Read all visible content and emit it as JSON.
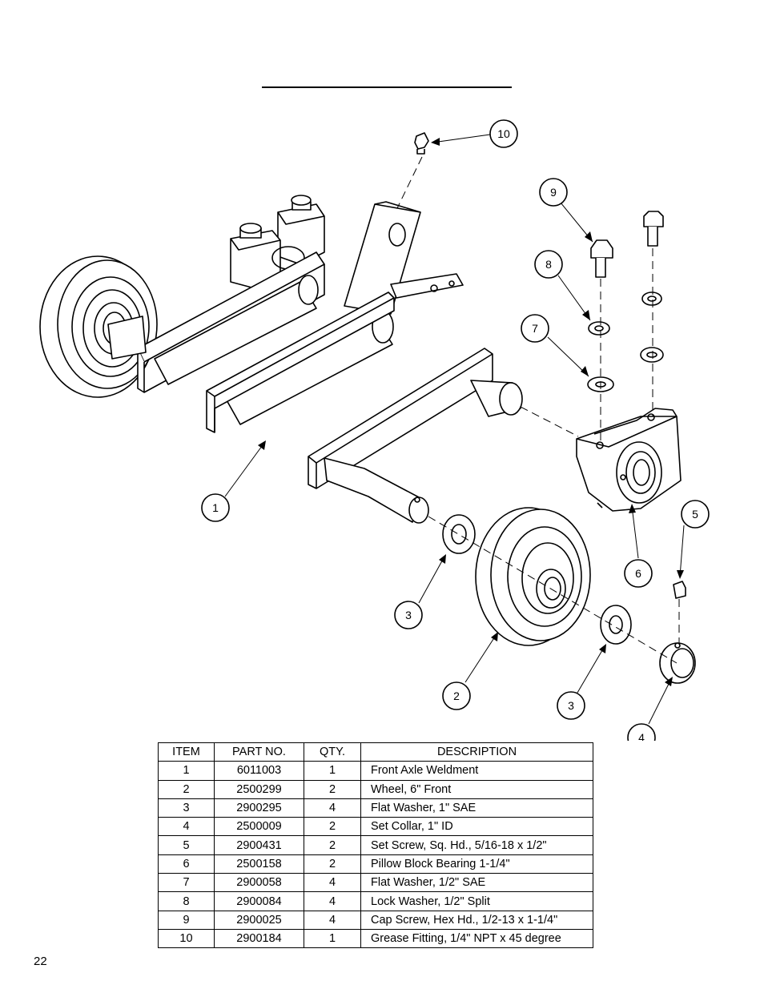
{
  "callouts": [
    "1",
    "2",
    "3",
    "3",
    "4",
    "5",
    "6",
    "7",
    "8",
    "9",
    "10"
  ],
  "table": {
    "headers": [
      "ITEM",
      "PART NO.",
      "QTY.",
      "DESCRIPTION"
    ],
    "rows": [
      {
        "item": "1",
        "part": "6011003",
        "qty": "1",
        "desc": "Front Axle Weldment"
      },
      {
        "item": "2",
        "part": "2500299",
        "qty": "2",
        "desc": "Wheel, 6\" Front"
      },
      {
        "item": "3",
        "part": "2900295",
        "qty": "4",
        "desc": "Flat Washer, 1\" SAE"
      },
      {
        "item": "4",
        "part": "2500009",
        "qty": "2",
        "desc": "Set Collar, 1\" ID"
      },
      {
        "item": "5",
        "part": "2900431",
        "qty": "2",
        "desc": "Set Screw, Sq. Hd., 5/16-18 x 1/2\""
      },
      {
        "item": "6",
        "part": "2500158",
        "qty": "2",
        "desc": "Pillow Block Bearing 1-1/4\""
      },
      {
        "item": "7",
        "part": "2900058",
        "qty": "4",
        "desc": "Flat Washer, 1/2\" SAE"
      },
      {
        "item": "8",
        "part": "2900084",
        "qty": "4",
        "desc": "Lock Washer, 1/2\" Split"
      },
      {
        "item": "9",
        "part": "2900025",
        "qty": "4",
        "desc": "Cap Screw, Hex Hd., 1/2-13 x 1-1/4\""
      },
      {
        "item": "10",
        "part": "2900184",
        "qty": "1",
        "desc": "Grease Fitting, 1/4\" NPT x 45 degree"
      }
    ]
  },
  "page_number": "22"
}
